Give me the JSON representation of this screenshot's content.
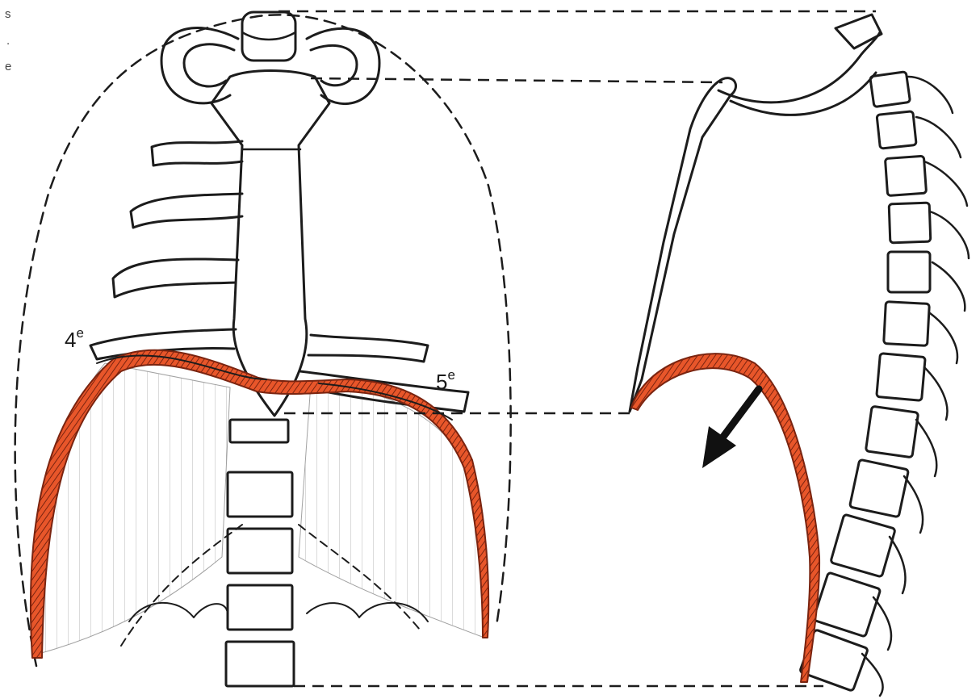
{
  "figure": {
    "labels": {
      "rib_left": {
        "base": "4",
        "sup": "e"
      },
      "rib_right": {
        "base": "5",
        "sup": "e"
      }
    },
    "edge_fragments": [
      "s",
      ".",
      "e"
    ],
    "colors": {
      "diaphragm": "#e8562a",
      "hatch": "#7a2410",
      "line": "#1c1c1c",
      "dashed": "#1c1c1c",
      "background": "#ffffff"
    }
  }
}
